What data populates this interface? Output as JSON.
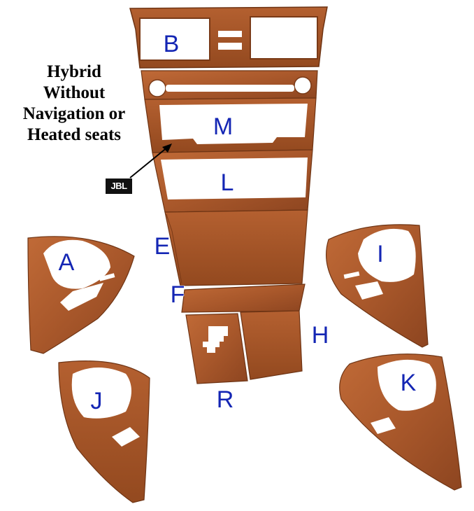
{
  "caption": {
    "lines": [
      "Hybrid",
      "Without",
      "Navigation or",
      "Heated seats"
    ]
  },
  "badge": {
    "text": "JBL"
  },
  "parts": {
    "B": "B",
    "M": "M",
    "L": "L",
    "E": "E",
    "F": "F",
    "H": "H",
    "R": "R",
    "A": "A",
    "I": "I",
    "J": "J",
    "K": "K"
  },
  "colors": {
    "wood": "#a9582b",
    "wood_dark": "#7a3a17",
    "wood_light": "#c87a48",
    "label": "#1426b4",
    "cutout": "#ffffff"
  }
}
